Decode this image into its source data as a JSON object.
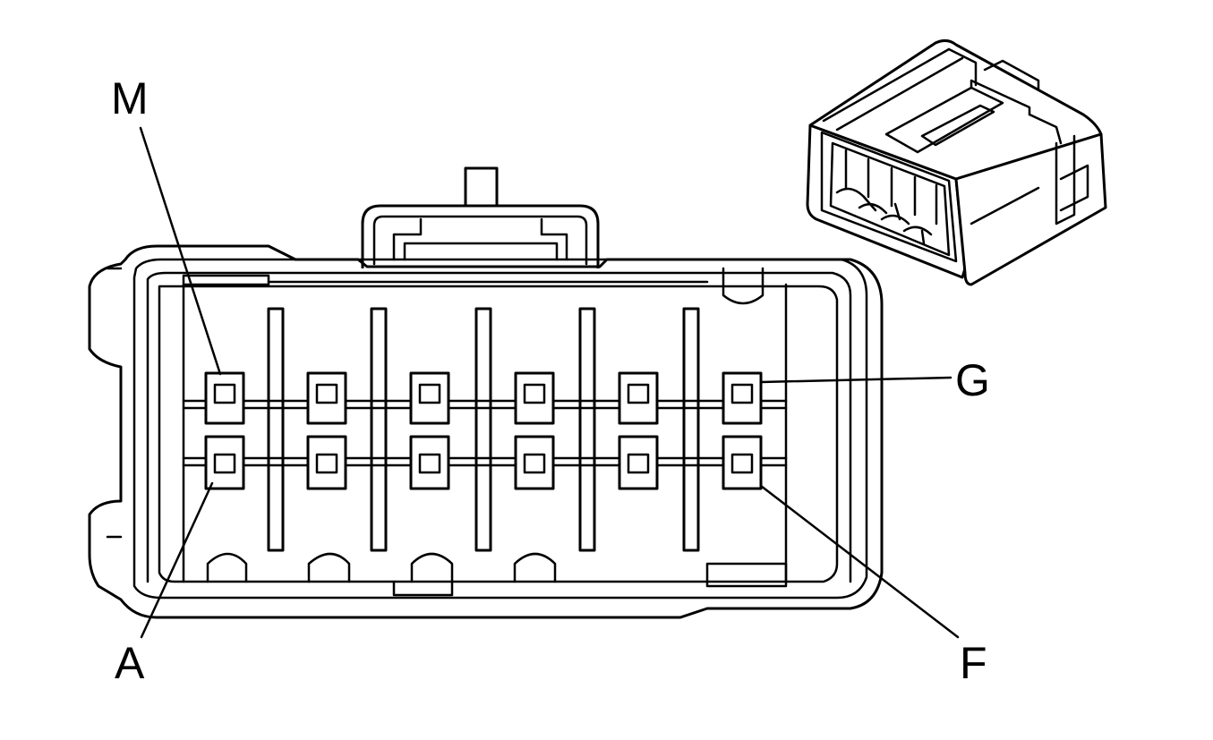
{
  "labels": {
    "m": "M",
    "g": "G",
    "a": "A",
    "f": "F"
  },
  "colors": {
    "line": "#000000",
    "background": "#ffffff"
  }
}
